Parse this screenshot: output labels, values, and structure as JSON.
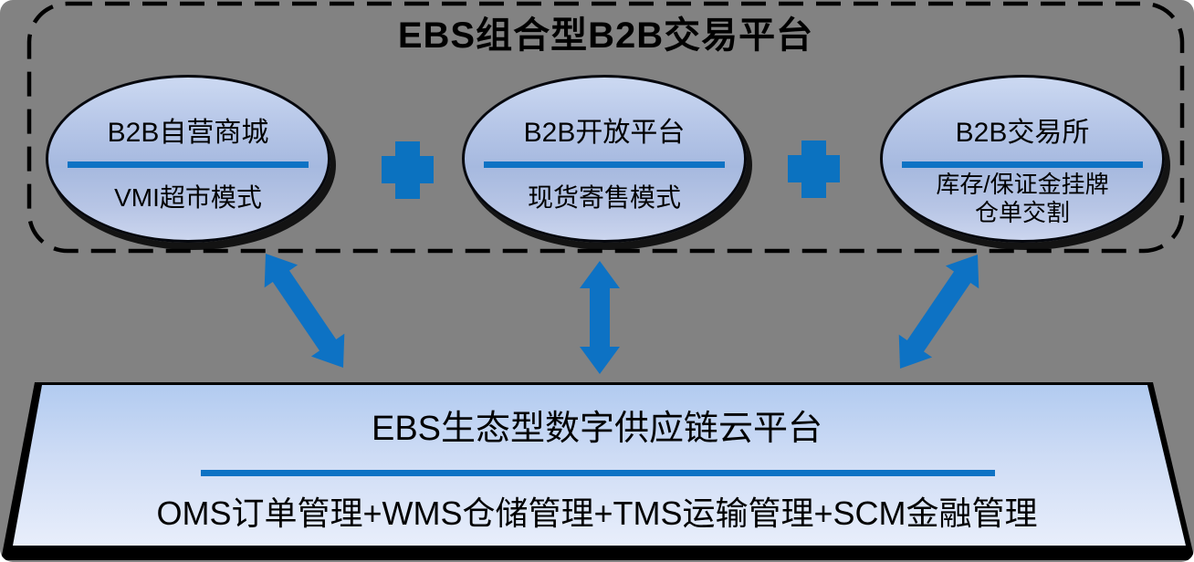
{
  "top_panel": {
    "title": "EBS组合型B2B交易平台",
    "ellipses": [
      {
        "title": "B2B自营商城",
        "subtitle": "VMI超市模式"
      },
      {
        "title": "B2B开放平台",
        "subtitle": "现货寄售模式"
      },
      {
        "title": "B2B交易所",
        "subtitle_line1": "库存/保证金挂牌",
        "subtitle_line2": "仓单交割"
      }
    ]
  },
  "bottom_platform": {
    "title": "EBS生态型数字供应链云平台",
    "modules": "OMS订单管理+WMS仓储管理+TMS运输管理+SCM金融管理"
  },
  "colors": {
    "background_gray": "#828282",
    "accent_blue": "#0d72c4",
    "ellipse_fill_light": "#ccd9f2",
    "ellipse_fill_dark": "#a6b9df",
    "trapezoid_fill_top": "#b2cbf0",
    "trapezoid_fill_bottom": "#e8eefb",
    "outline_black": "#000000"
  }
}
